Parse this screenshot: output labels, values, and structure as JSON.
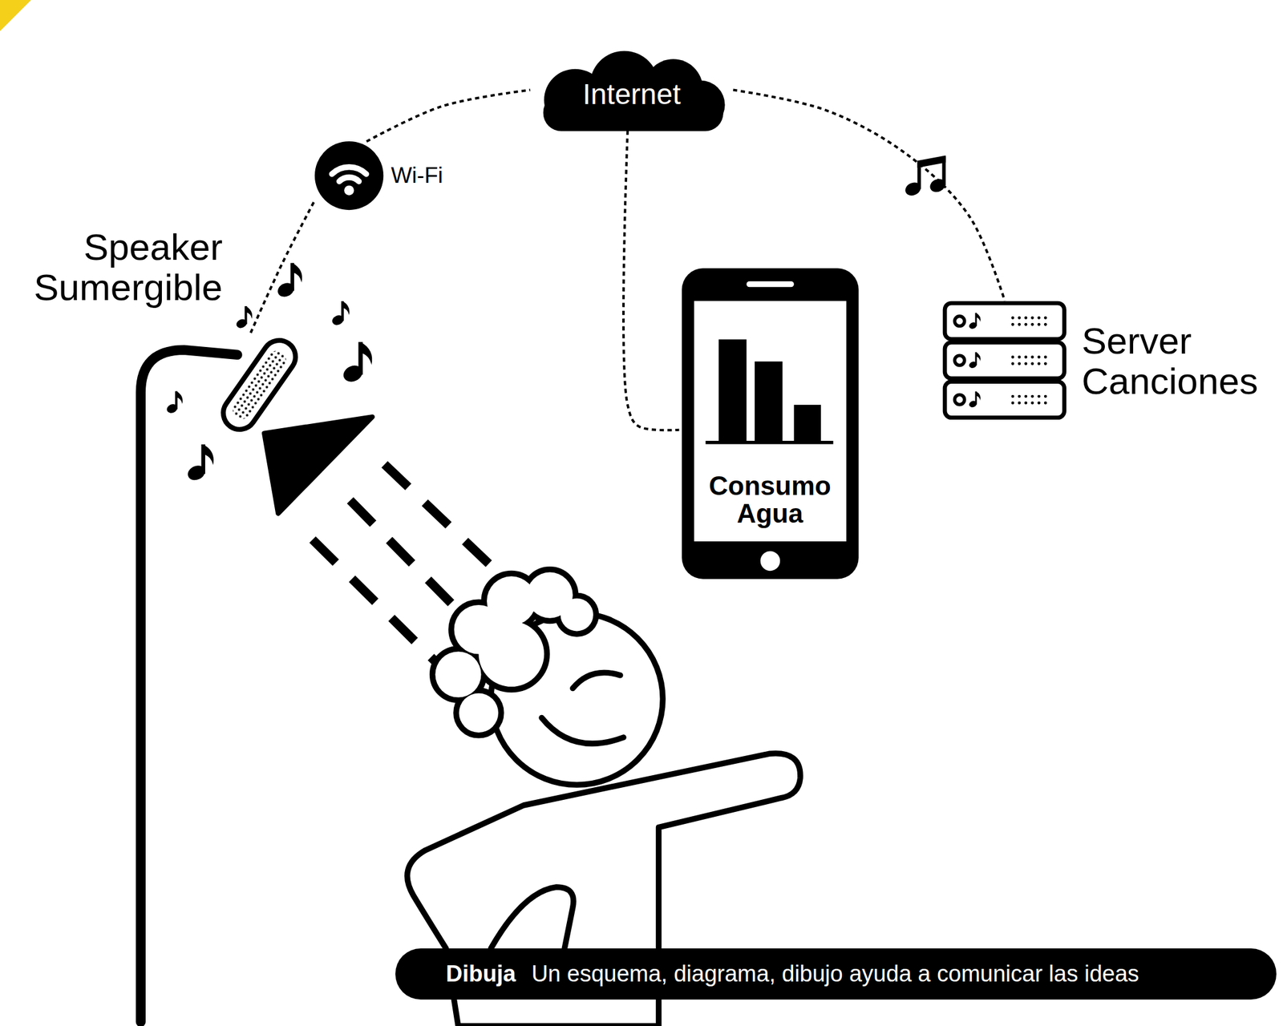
{
  "diagram": {
    "nodes": [
      {
        "text": [
          "Internet"
        ]
      },
      {
        "text": [
          "Wi-Fi"
        ]
      },
      {
        "text": [
          "Speaker Sumergible"
        ]
      },
      {
        "text": [
          "Consumo Agua"
        ]
      },
      {
        "text": [
          "Server Canciones"
        ]
      },
      {
        "text": [
          "Dibuja",
          "Un esquema, diagrama, dibujo ayuda a comunicar las ideas"
        ]
      }
    ],
    "edges": [
      {
        "from": 2,
        "to": 1,
        "arrow": "none"
      },
      {
        "from": 1,
        "to": 0,
        "arrow": "none"
      },
      {
        "from": 0,
        "to": 4,
        "arrow": "none"
      },
      {
        "from": 0,
        "to": 3,
        "arrow": "none"
      }
    ]
  }
}
